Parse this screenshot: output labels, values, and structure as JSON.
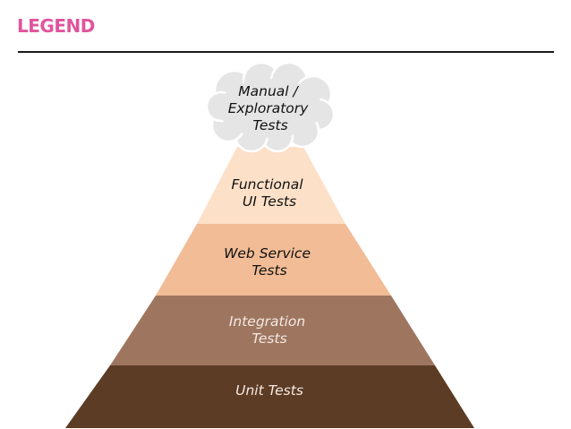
{
  "header": {
    "title": "LEGEND",
    "title_color": "#e0559d"
  },
  "pyramid": {
    "layers": [
      {
        "label_lines": [
          "Functional",
          "UI Tests"
        ],
        "fill": "#fde0c8",
        "text_color": "#111111"
      },
      {
        "label_lines": [
          "Web Service",
          "Tests"
        ],
        "fill": "#f1bc96",
        "text_color": "#111111"
      },
      {
        "label_lines": [
          "Integration",
          "Tests"
        ],
        "fill": "#9e7660",
        "text_color": "#f3e9e2"
      },
      {
        "label_lines": [
          "Unit Tests"
        ],
        "fill": "#5c3c25",
        "text_color": "#f3e9e2"
      }
    ],
    "cloud": {
      "label_lines": [
        "Manual /",
        "Exploratory",
        "Tests"
      ],
      "fill": "#e5e5e5",
      "stroke": "#ffffff",
      "text_color": "#111111"
    }
  }
}
